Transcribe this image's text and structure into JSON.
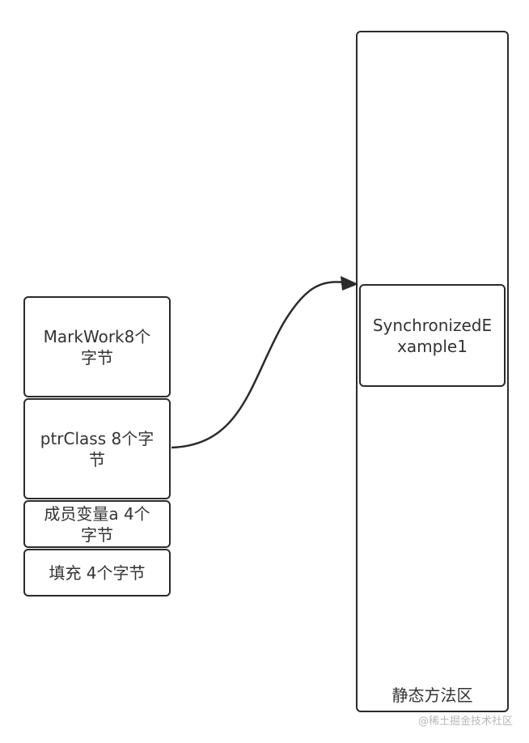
{
  "object_layout": {
    "mark_word": "MarkWork8个字节",
    "ptr_class": "ptrClass 8个字节",
    "member_var": "成员变量a 4个字节",
    "padding": "填充 4个字节"
  },
  "method_area": {
    "class_entry": "SynchronizedExample1",
    "title": "静态方法区"
  },
  "watermark": "@稀土掘金技术社区",
  "colors": {
    "stroke": "#2b2b2b",
    "text": "#333333",
    "watermark": "#b8b8b8"
  }
}
